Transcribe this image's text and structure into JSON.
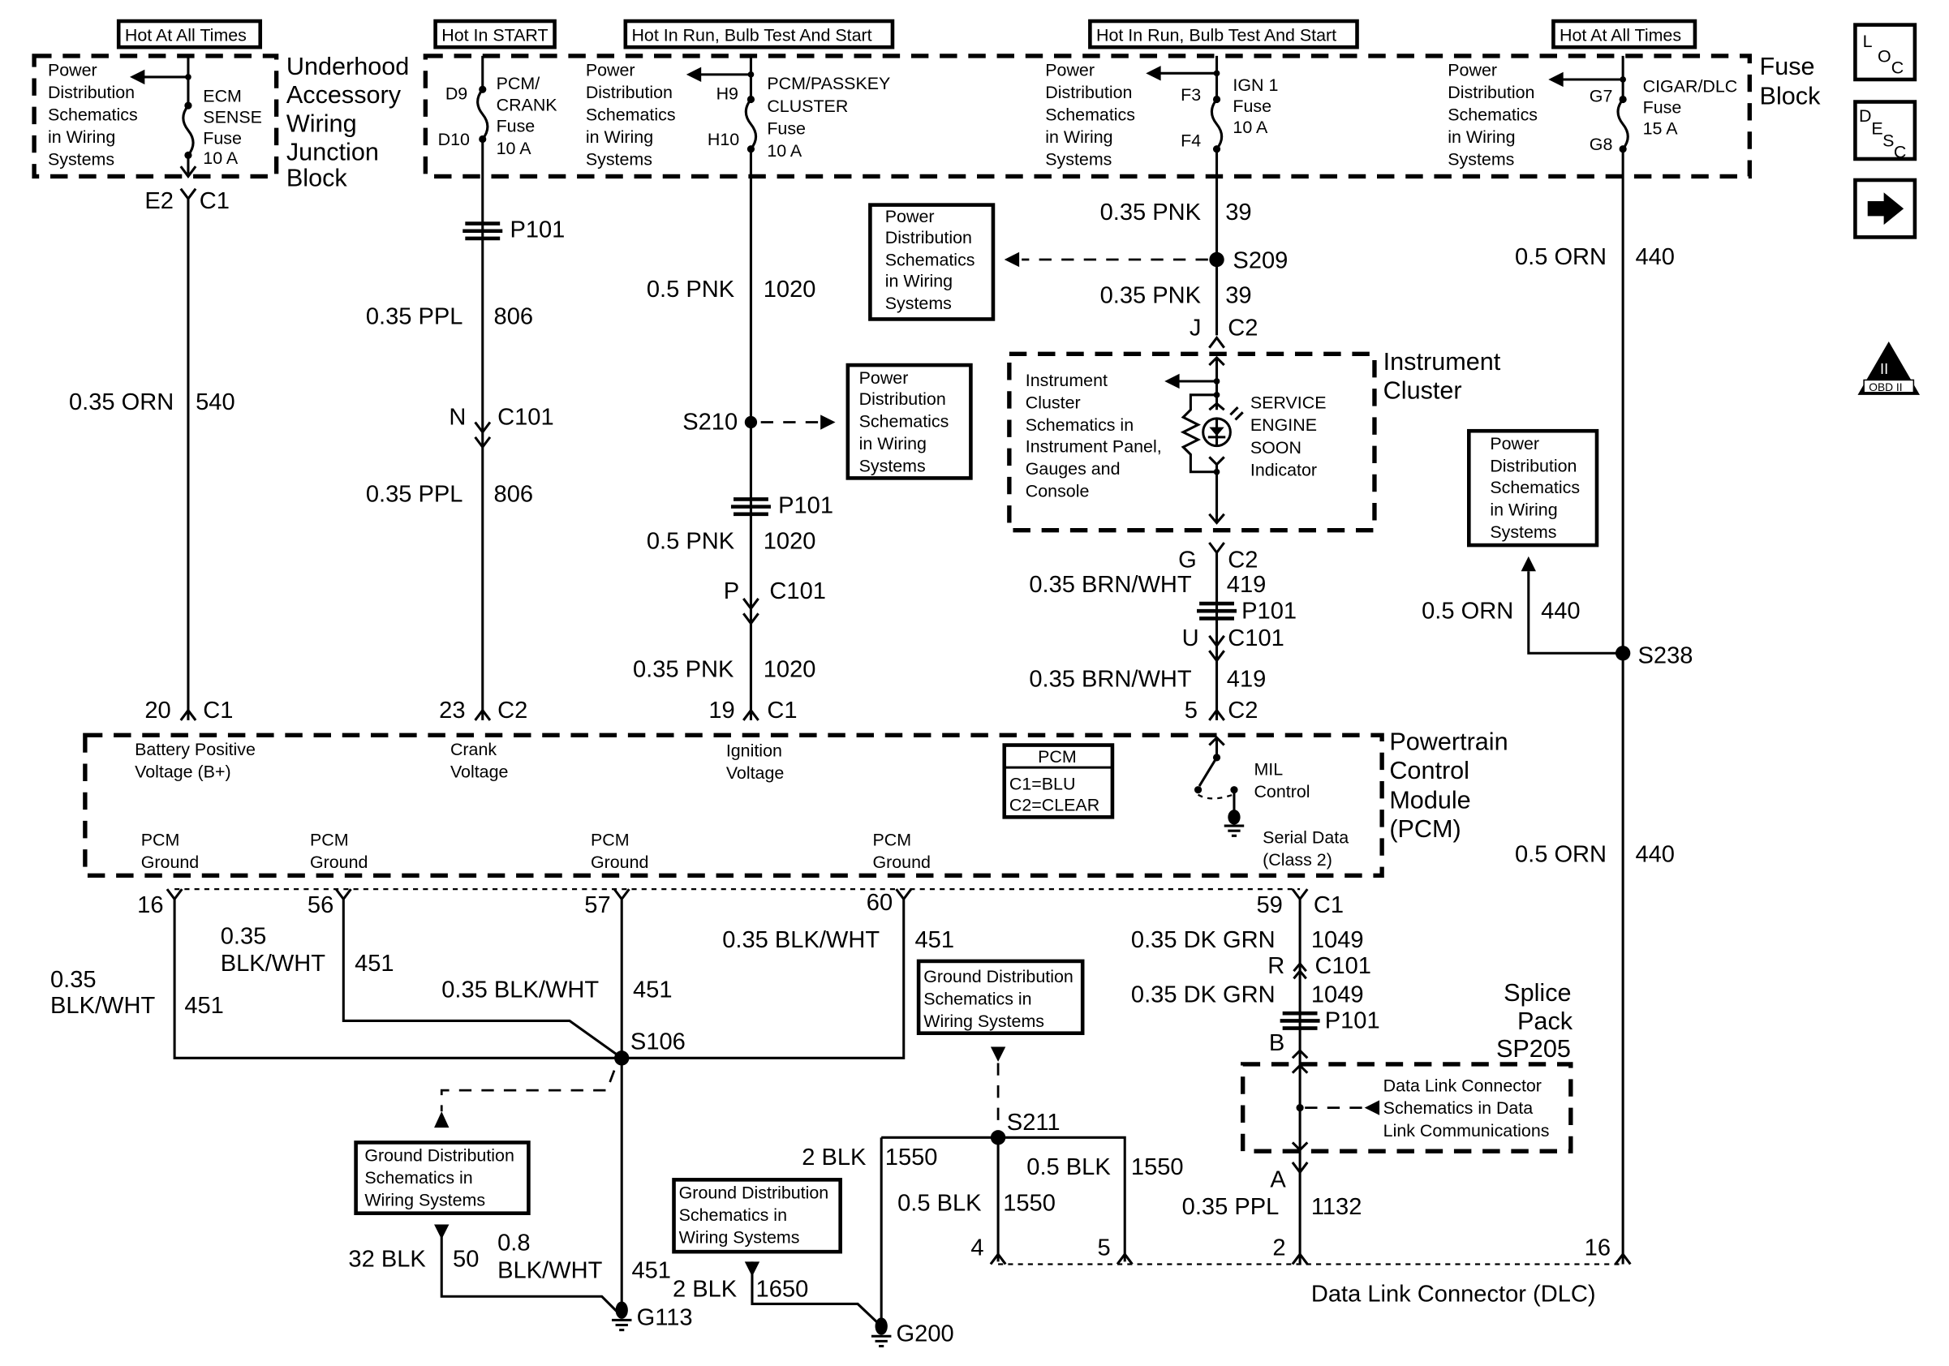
{
  "headers": [
    "Hot At All Times",
    "Hot In START",
    "Hot In Run, Bulb Test And Start",
    "Hot In Run, Bulb Test And Start",
    "Hot At All Times"
  ],
  "blocks": {
    "underhood": [
      "Underhood",
      "Accessory",
      "Wiring",
      "Junction",
      "Block"
    ],
    "fuse_block": [
      "Fuse",
      "Block"
    ],
    "instrument_cluster": [
      "Instrument",
      "Cluster"
    ],
    "pcm": [
      "Powertrain",
      "Control",
      "Module",
      "(PCM)"
    ],
    "splice_pack": [
      "Splice",
      "Pack",
      "SP205"
    ],
    "dlc": "Data Link Connector (DLC)"
  },
  "power_ref": [
    "Power",
    "Distribution",
    "Schematics",
    "in Wiring",
    "Systems"
  ],
  "ground_ref": [
    "Ground Distribution",
    "Schematics in",
    "Wiring Systems"
  ],
  "ic_ref": [
    "Instrument",
    "Cluster",
    "Schematics in",
    "Instrument Panel,",
    "Gauges and",
    "Console"
  ],
  "dlc_ref": [
    "Data Link Connector",
    "Schematics in Data",
    "Link Communications"
  ],
  "fuses": [
    {
      "name": [
        "ECM",
        "SENSE",
        "Fuse",
        "10 A"
      ],
      "in": "",
      "out": ""
    },
    {
      "name": [
        "PCM/",
        "CRANK",
        "Fuse",
        "10 A"
      ],
      "in": "D9",
      "out": "D10"
    },
    {
      "name": [
        "PCM/PASSKEY",
        "CLUSTER",
        "Fuse",
        "10 A"
      ],
      "in": "H9",
      "out": "H10"
    },
    {
      "name": [
        "IGN 1",
        "Fuse",
        "10 A"
      ],
      "in": "F3",
      "out": "F4"
    },
    {
      "name": [
        "CIGAR/DLC",
        "Fuse",
        "15 A"
      ],
      "in": "G7",
      "out": "G8"
    }
  ],
  "indicator": [
    "SERVICE",
    "ENGINE",
    "SOON",
    "Indicator"
  ],
  "pcm_inputs": [
    [
      "Battery Positive",
      "Voltage (B+)"
    ],
    [
      "Crank",
      "Voltage"
    ],
    [
      "Ignition",
      "Voltage"
    ]
  ],
  "pcm_grounds": [
    [
      "PCM",
      "Ground"
    ],
    [
      "PCM",
      "Ground"
    ],
    [
      "PCM",
      "Ground"
    ],
    [
      "PCM",
      "Ground"
    ]
  ],
  "mil": [
    "MIL",
    "Control"
  ],
  "serial": [
    "Serial Data",
    "(Class 2)"
  ],
  "pcm_legend": {
    "title": "PCM",
    "c1": "C1=BLU",
    "c2": "C2=CLEAR"
  },
  "labels": {
    "e2": "E2",
    "c1": "C1",
    "c2": "C2",
    "c101": "C101",
    "p101": "P101",
    "w540": "0.35 ORN",
    "n540": "540",
    "w806": "0.35 PPL",
    "n806": "806",
    "pinN": "N",
    "w1020a": "0.5 PNK",
    "n1020": "1020",
    "w1020c": "0.35 PNK",
    "pinP": "P",
    "w39": "0.35 PNK",
    "n39": "39",
    "s209": "S209",
    "pinJ": "J",
    "s210": "S210",
    "w440": "0.5 ORN",
    "n440": "440",
    "s238": "S238",
    "pinG": "G",
    "w419": "0.35 BRN/WHT",
    "n419": "419",
    "pinU": "U",
    "p20": "20",
    "p23": "23",
    "p19": "19",
    "p5": "5",
    "p16": "16",
    "p56": "56",
    "p57": "57",
    "p60": "60",
    "p59": "59",
    "w451": "0.35",
    "w451b": "BLK/WHT",
    "w451c": "0.35 BLK/WHT",
    "n451": "451",
    "s106": "S106",
    "w1049": "0.35 DK GRN",
    "n1049": "1049",
    "pinR": "R",
    "pinB": "B",
    "pinA": "A",
    "w1132": "0.35 PPL",
    "n1132": "1132",
    "w50": "32 BLK",
    "n50": "50",
    "w451g": "0.8",
    "g113": "G113",
    "w1650": "2 BLK",
    "n1650": "1650",
    "g200": "G200",
    "w1550a": "2 BLK",
    "w1550b": "0.5 BLK",
    "n1550": "1550",
    "s211": "S211",
    "d4": "4",
    "d5": "5",
    "d2": "2",
    "d16": "16"
  },
  "nav": {
    "loc": [
      "L",
      "O",
      "C"
    ],
    "desc": [
      "D",
      "E",
      "S",
      "C"
    ],
    "obd": "OBD II",
    "obd_mark": "II"
  }
}
